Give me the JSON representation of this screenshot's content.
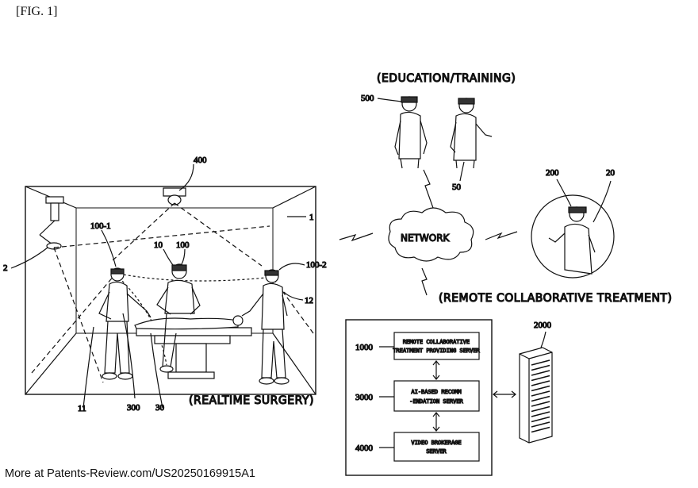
{
  "figure": {
    "title": "[FIG. 1]"
  },
  "captions": {
    "education": "(EDUCATION/TRAINING)",
    "remote": "(REMOTE COLLABORATIVE TREATMENT)",
    "realtime": "(REALTIME SURGERY)",
    "network": "NETWORK"
  },
  "refs": {
    "r400": "400",
    "r1": "1",
    "r2": "2",
    "r1001": "100-1",
    "r10": "10",
    "r100": "100",
    "r1002": "100-2",
    "r12": "12",
    "r11": "11",
    "r300a": "300",
    "r30": "30",
    "r500": "500",
    "r50": "50",
    "r200": "200",
    "r20": "20",
    "r2000": "2000",
    "r1000": "1000",
    "r3000": "3000",
    "r4000": "4000"
  },
  "servers": {
    "s1": [
      "REMOTE COLLABORATIVE",
      "TREATMENT PROVIDING SERVER"
    ],
    "s2": [
      "AI-BASED RECOMM",
      "-ENDATION SERVER"
    ],
    "s3": [
      "VIDEO BROKERAGE",
      "SERVER"
    ]
  },
  "footer": "More at Patents-Review.com/US20250169915A1"
}
